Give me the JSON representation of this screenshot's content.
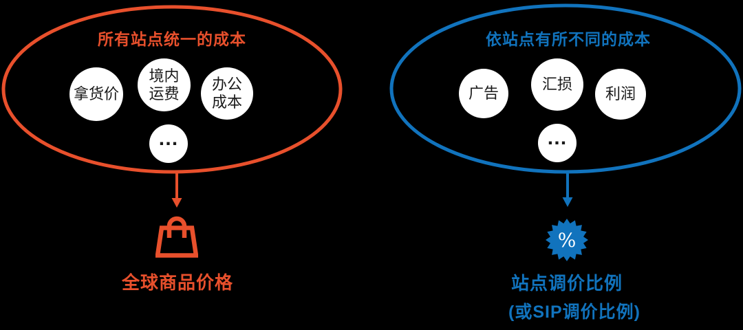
{
  "colors": {
    "red": "#E8502C",
    "blue": "#1173BD",
    "background": "#000000",
    "circle_fill": "#FFFFFF",
    "circle_text": "#1A1A1A"
  },
  "left_group": {
    "title": "所有站点统一的成本",
    "items": [
      {
        "lines": [
          "拿货价"
        ]
      },
      {
        "lines": [
          "境内",
          "运费"
        ]
      },
      {
        "lines": [
          "办公",
          "成本"
        ]
      },
      {
        "lines": [
          "…"
        ]
      }
    ],
    "icon": "shopping-bag-icon",
    "result_label": "全球商品价格"
  },
  "right_group": {
    "title": "依站点有所不同的成本",
    "items": [
      {
        "lines": [
          "广告"
        ]
      },
      {
        "lines": [
          "汇损"
        ]
      },
      {
        "lines": [
          "利润"
        ]
      },
      {
        "lines": [
          "…"
        ]
      }
    ],
    "icon": "percent-badge-icon",
    "badge_symbol": "%",
    "result_label": "站点调价比例",
    "result_label_sub": "(或SIP调价比例)"
  }
}
